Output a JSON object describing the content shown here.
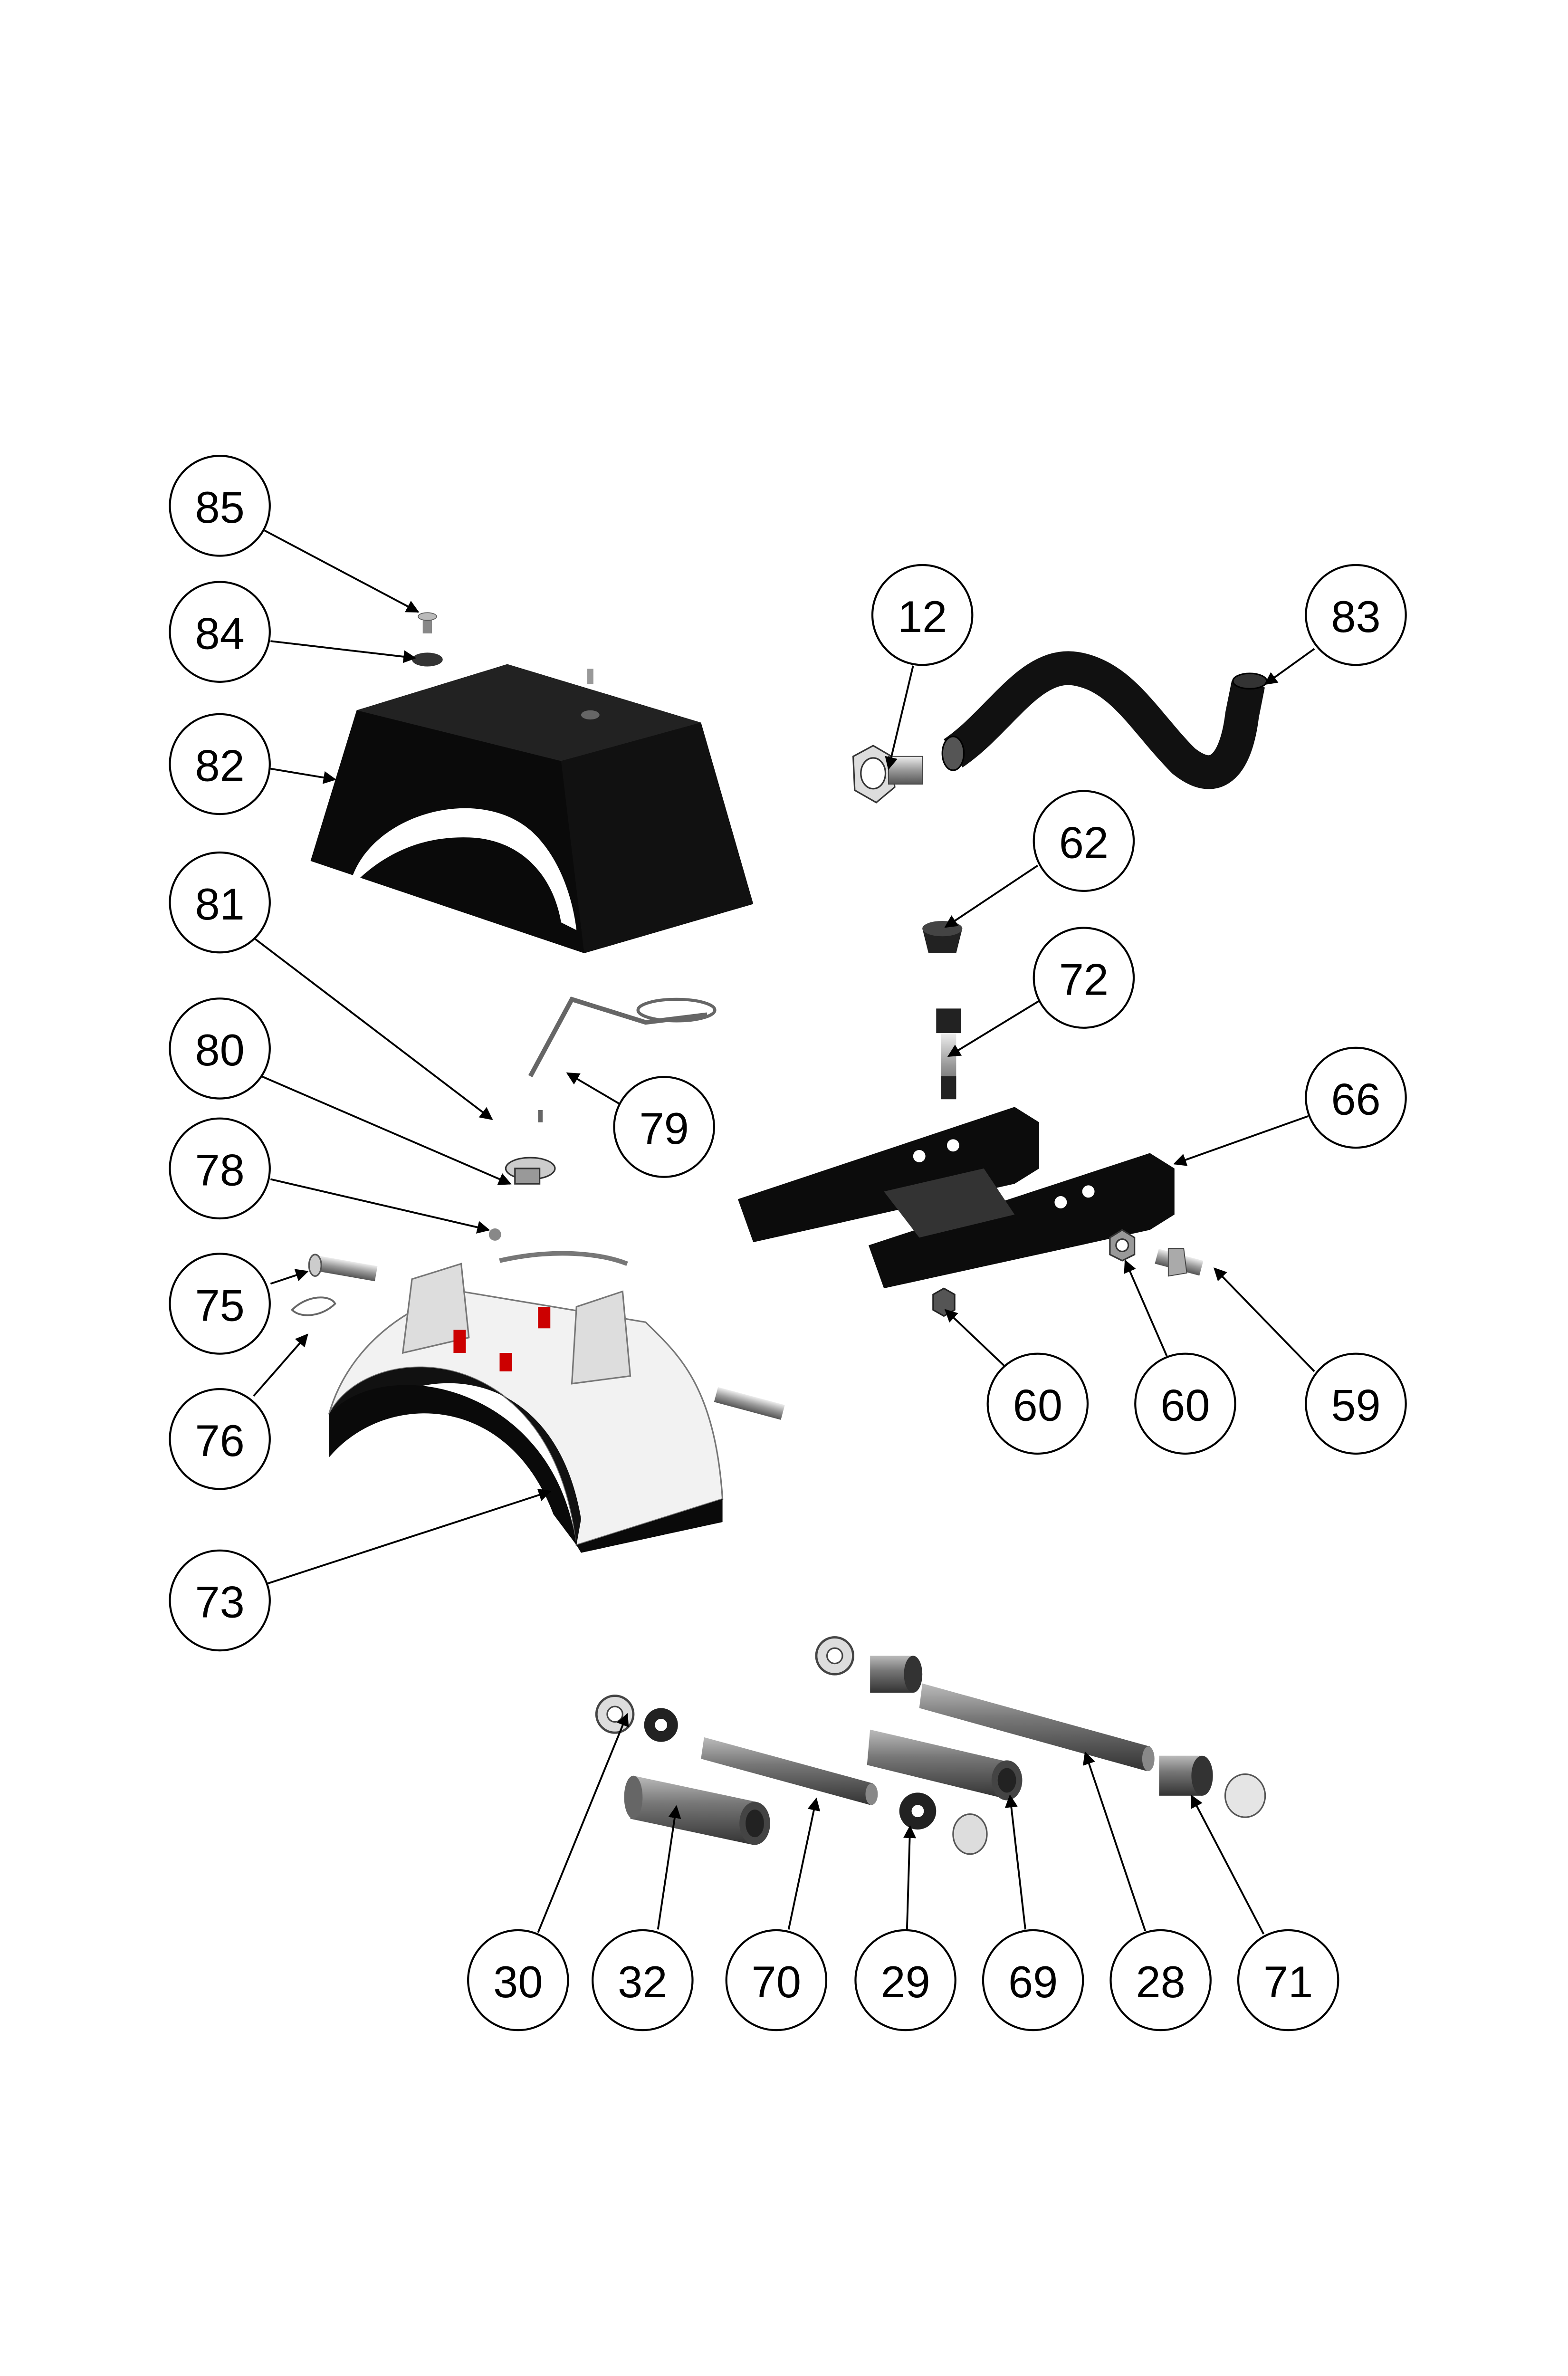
{
  "diagram": {
    "type": "exploded parts view",
    "callouts": [
      "85",
      "84",
      "82",
      "81",
      "80",
      "78",
      "75",
      "76",
      "73",
      "12",
      "83",
      "62",
      "72",
      "66",
      "79",
      "60",
      "60",
      "59",
      "30",
      "32",
      "70",
      "29",
      "69",
      "28",
      "71"
    ]
  }
}
